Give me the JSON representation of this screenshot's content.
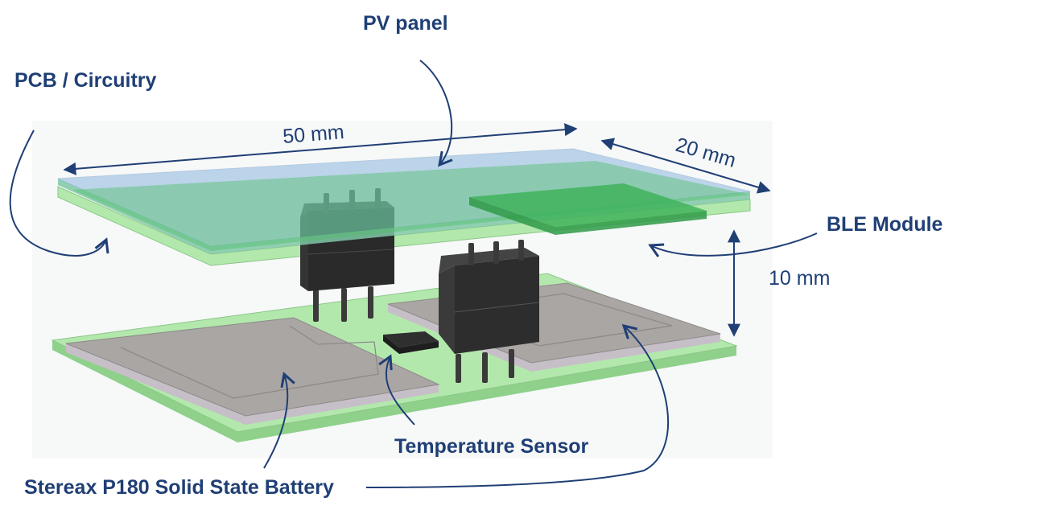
{
  "labels": {
    "pv_panel": "PV panel",
    "pcb_circuitry": "PCB / Circuitry",
    "ble_module": "BLE Module",
    "temperature_sensor": "Temperature Sensor",
    "battery": "Stereax P180 Solid State Battery"
  },
  "dimensions": {
    "length": "50 mm",
    "width": "20 mm",
    "height": "10 mm"
  },
  "colors": {
    "label_text": "#1f3f75",
    "pcb_green": "#a8e0a4",
    "pv_blue": "#9fbfe0",
    "battery_grey": "#a9a5a3",
    "connector_black": "#2b2b2b"
  }
}
